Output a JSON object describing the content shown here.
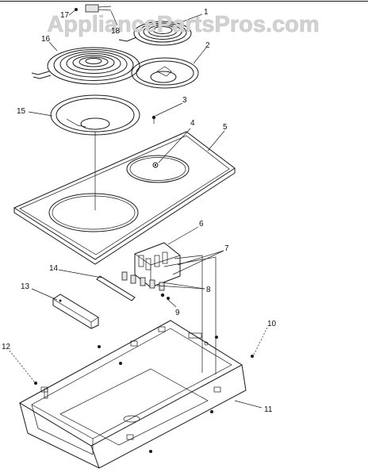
{
  "watermark": "AppliancePartsPros.com",
  "callouts": [
    "17",
    "1",
    "18",
    "16",
    "2",
    "3",
    "15",
    "4",
    "5",
    "6",
    "7",
    "14",
    "8",
    "13",
    "9",
    "10",
    "12",
    "11"
  ]
}
